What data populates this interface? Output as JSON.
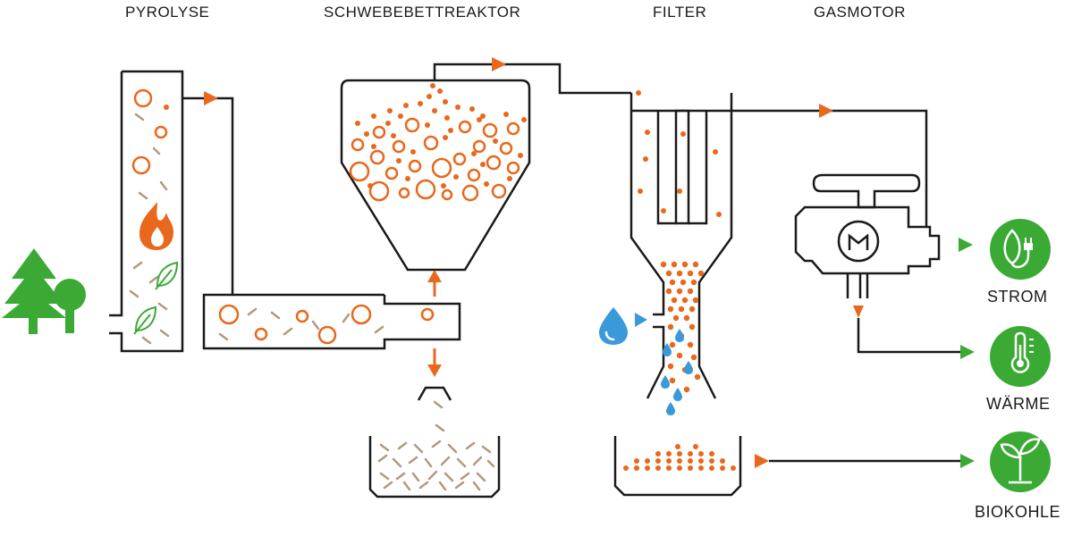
{
  "stages": {
    "pyrolyse": "PYROLYSE",
    "reactor": "SCHWEBEBETTREAKTOR",
    "filter": "FILTER",
    "engine": "GASMOTOR"
  },
  "outputs": {
    "power": "STROM",
    "heat": "WÄRME",
    "biochar": "BIOKOHLE"
  },
  "colors": {
    "line": "#1a1a1a",
    "orange": "#e8681d",
    "green": "#3aaa35",
    "water": "#3a9ad9",
    "chips": "#b09a7e"
  }
}
